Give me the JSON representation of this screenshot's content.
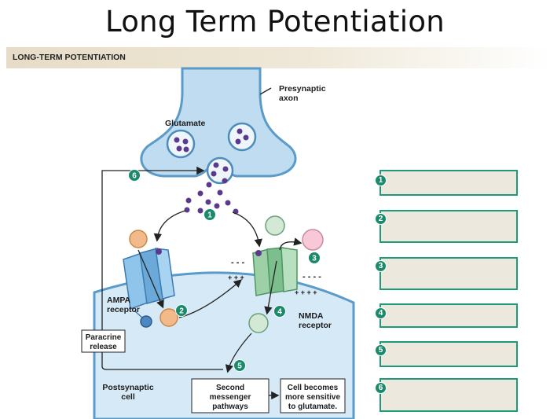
{
  "slide_title": "Long Term Potentiation",
  "banner_title": "LONG-TERM POTENTIATION",
  "labels": {
    "presynaptic_1": "Presynaptic",
    "presynaptic_2": "axon",
    "glutamate": "Glutamate",
    "ampa_1": "AMPA",
    "ampa_2": "receptor",
    "nmda_1": "NMDA",
    "nmda_2": "receptor",
    "paracrine_1": "Paracrine",
    "paracrine_2": "release",
    "postsynaptic_1": "Postsynaptic",
    "postsynaptic_2": "cell",
    "second_1": "Second",
    "second_2": "messenger",
    "second_3": "pathways",
    "sensitive_1": "Cell becomes",
    "sensitive_2": "more sensitive",
    "sensitive_3": "to glutamate."
  },
  "charges": {
    "minus_left": "- - -",
    "plus_left": "+ + +",
    "minus_right": "- - - -",
    "plus_right": "+ + + +"
  },
  "step_numbers": [
    "1",
    "2",
    "3",
    "4",
    "5",
    "6"
  ],
  "answer_boxes": [
    {
      "number": "1"
    },
    {
      "number": "2"
    },
    {
      "number": "3"
    },
    {
      "number": "4"
    },
    {
      "number": "5"
    },
    {
      "number": "6"
    }
  ],
  "colors": {
    "accent": "#1b8a6a",
    "axon": "#bfdcf0",
    "glutamate": "#5b3a8e",
    "ampa_receptor": "#8fc5ea",
    "nmda_receptor": "#9ed0a8",
    "calcium_ion": "#f2b98a"
  }
}
